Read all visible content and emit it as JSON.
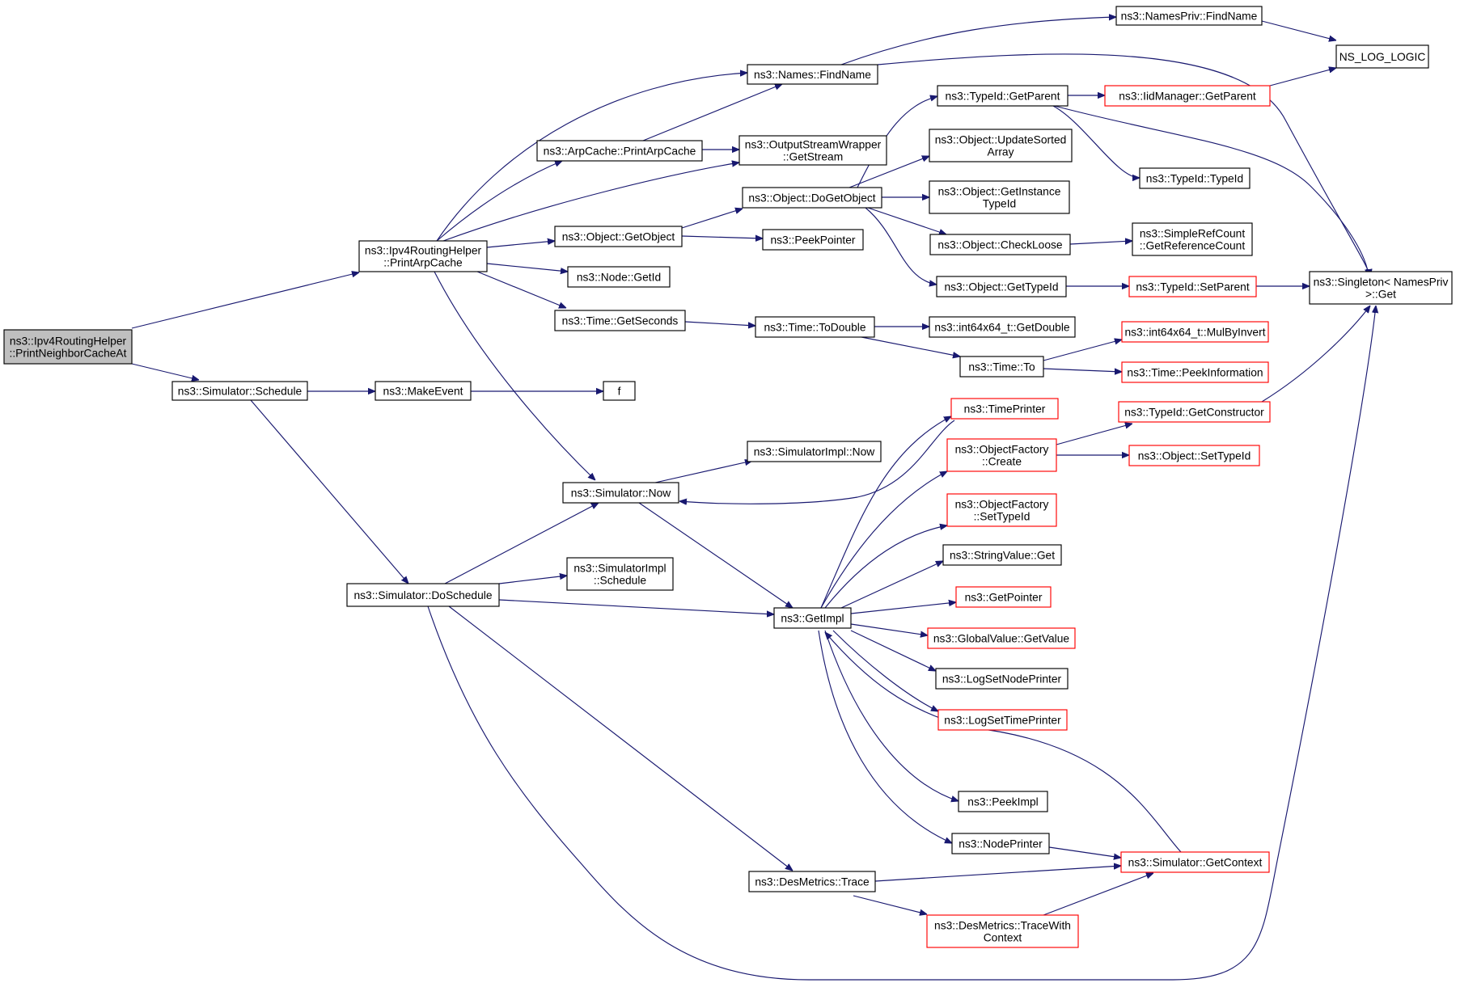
{
  "diagram": {
    "type": "call-graph",
    "nodes": [
      {
        "id": "root",
        "lines": [
          "ns3::Ipv4RoutingHelper",
          "::PrintNeighborCacheAt"
        ],
        "style": "root"
      },
      {
        "id": "printarp",
        "lines": [
          "ns3::Ipv4RoutingHelper",
          "::PrintArpCache"
        ],
        "style": "normal"
      },
      {
        "id": "schedule",
        "lines": [
          "ns3::Simulator::Schedule"
        ],
        "style": "normal"
      },
      {
        "id": "makeevent",
        "lines": [
          "ns3::MakeEvent"
        ],
        "style": "normal"
      },
      {
        "id": "f",
        "lines": [
          "f"
        ],
        "style": "normal"
      },
      {
        "id": "doschedule",
        "lines": [
          "ns3::Simulator::DoSchedule"
        ],
        "style": "normal"
      },
      {
        "id": "namesfind",
        "lines": [
          "ns3::Names::FindName"
        ],
        "style": "normal"
      },
      {
        "id": "namesprivfind",
        "lines": [
          "ns3::NamesPriv::FindName"
        ],
        "style": "normal"
      },
      {
        "id": "nslog",
        "lines": [
          "NS_LOG_LOGIC"
        ],
        "style": "normal"
      },
      {
        "id": "arpcacheprint",
        "lines": [
          "ns3::ArpCache::PrintArpCache"
        ],
        "style": "normal"
      },
      {
        "id": "osw",
        "lines": [
          "ns3::OutputStreamWrapper",
          "::GetStream"
        ],
        "style": "normal"
      },
      {
        "id": "typeidgetparent",
        "lines": [
          "ns3::TypeId::GetParent"
        ],
        "style": "normal"
      },
      {
        "id": "iidmgr",
        "lines": [
          "ns3::IidManager::GetParent"
        ],
        "style": "red"
      },
      {
        "id": "updatesorted",
        "lines": [
          "ns3::Object::UpdateSorted",
          "Array"
        ],
        "style": "normal"
      },
      {
        "id": "typeidtypeid",
        "lines": [
          "ns3::TypeId::TypeId"
        ],
        "style": "normal"
      },
      {
        "id": "dogetobject",
        "lines": [
          "ns3::Object::DoGetObject"
        ],
        "style": "normal"
      },
      {
        "id": "getinstance",
        "lines": [
          "ns3::Object::GetInstance",
          "TypeId"
        ],
        "style": "normal"
      },
      {
        "id": "getobject",
        "lines": [
          "ns3::Object::GetObject"
        ],
        "style": "normal"
      },
      {
        "id": "peekpointer",
        "lines": [
          "ns3::PeekPointer"
        ],
        "style": "normal"
      },
      {
        "id": "checkloose",
        "lines": [
          "ns3::Object::CheckLoose"
        ],
        "style": "normal"
      },
      {
        "id": "simplerefcount",
        "lines": [
          "ns3::SimpleRefCount",
          "::GetReferenceCount"
        ],
        "style": "normal"
      },
      {
        "id": "nodegetid",
        "lines": [
          "ns3::Node::GetId"
        ],
        "style": "normal"
      },
      {
        "id": "objgettypeid",
        "lines": [
          "ns3::Object::GetTypeId"
        ],
        "style": "normal"
      },
      {
        "id": "setparent",
        "lines": [
          "ns3::TypeId::SetParent"
        ],
        "style": "red"
      },
      {
        "id": "singleton",
        "lines": [
          "ns3::Singleton< NamesPriv",
          " >::Get"
        ],
        "style": "normal"
      },
      {
        "id": "getseconds",
        "lines": [
          "ns3::Time::GetSeconds"
        ],
        "style": "normal"
      },
      {
        "id": "todouble",
        "lines": [
          "ns3::Time::ToDouble"
        ],
        "style": "normal"
      },
      {
        "id": "getdouble",
        "lines": [
          "ns3::int64x64_t::GetDouble"
        ],
        "style": "normal"
      },
      {
        "id": "mulbyinvert",
        "lines": [
          "ns3::int64x64_t::MulByInvert"
        ],
        "style": "red"
      },
      {
        "id": "timeto",
        "lines": [
          "ns3::Time::To"
        ],
        "style": "normal"
      },
      {
        "id": "peekinfo",
        "lines": [
          "ns3::Time::PeekInformation"
        ],
        "style": "red"
      },
      {
        "id": "timeprinter",
        "lines": [
          "ns3::TimePrinter"
        ],
        "style": "red"
      },
      {
        "id": "getconstructor",
        "lines": [
          "ns3::TypeId::GetConstructor"
        ],
        "style": "red"
      },
      {
        "id": "simimplnow",
        "lines": [
          "ns3::SimulatorImpl::Now"
        ],
        "style": "normal"
      },
      {
        "id": "ofcreate",
        "lines": [
          "ns3::ObjectFactory",
          "::Create"
        ],
        "style": "red"
      },
      {
        "id": "objsettypeid",
        "lines": [
          "ns3::Object::SetTypeId"
        ],
        "style": "red"
      },
      {
        "id": "simnow",
        "lines": [
          "ns3::Simulator::Now"
        ],
        "style": "normal"
      },
      {
        "id": "ofsettypeid",
        "lines": [
          "ns3::ObjectFactory",
          "::SetTypeId"
        ],
        "style": "red"
      },
      {
        "id": "simimplschedule",
        "lines": [
          "ns3::SimulatorImpl",
          "::Schedule"
        ],
        "style": "normal"
      },
      {
        "id": "stringvalueget",
        "lines": [
          "ns3::StringValue::Get"
        ],
        "style": "normal"
      },
      {
        "id": "getimpl",
        "lines": [
          "ns3::GetImpl"
        ],
        "style": "normal"
      },
      {
        "id": "getpointer",
        "lines": [
          "ns3::GetPointer"
        ],
        "style": "red"
      },
      {
        "id": "globalvalue",
        "lines": [
          "ns3::GlobalValue::GetValue"
        ],
        "style": "red"
      },
      {
        "id": "lognodeprinter",
        "lines": [
          "ns3::LogSetNodePrinter"
        ],
        "style": "normal"
      },
      {
        "id": "logtimeprinter",
        "lines": [
          "ns3::LogSetTimePrinter"
        ],
        "style": "red"
      },
      {
        "id": "peekimpl",
        "lines": [
          "ns3::PeekImpl"
        ],
        "style": "normal"
      },
      {
        "id": "nodeprinter",
        "lines": [
          "ns3::NodePrinter"
        ],
        "style": "normal"
      },
      {
        "id": "getcontext",
        "lines": [
          "ns3::Simulator::GetContext"
        ],
        "style": "red"
      },
      {
        "id": "desmetricstrace",
        "lines": [
          "ns3::DesMetrics::Trace"
        ],
        "style": "normal"
      },
      {
        "id": "tracewithcontext",
        "lines": [
          "ns3::DesMetrics::TraceWith",
          "Context"
        ],
        "style": "red"
      }
    ]
  }
}
